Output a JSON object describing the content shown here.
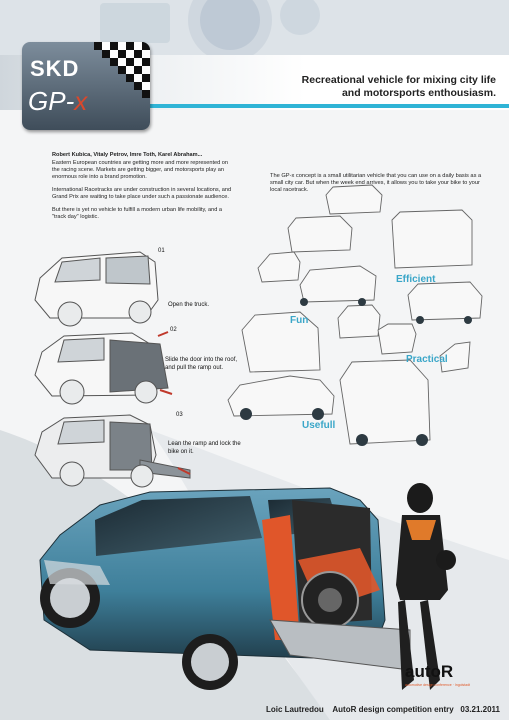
{
  "logo": {
    "brand": "SKD",
    "model_prefix": "GP-",
    "model_suffix": "x"
  },
  "headline": {
    "line1": "Recreational vehicle for mixing city life",
    "line2": "and motorsports enthousiasm."
  },
  "intro": {
    "names": "Robert Kubica, Vitaly Petrov, Imre Toth, Karel Abraham...",
    "p1": "Eastern European countries are getting more and more represented on the racing scene. Markets are getting bigger, and motorsports play an enormous role into a brand promotion.",
    "p2": "International Racetracks are under construction in several locations, and Grand Prix are waiting to take place under such a passionate audience.",
    "p3": "But there is yet no vehicle to fulfill a modern urban life mobility, and a \"track day\" logistic."
  },
  "concept": "The GP-x concept is a small utilitarian vehicle that you can use on a daily basis as a small city car. But when the week end arrives, it allows you to take your bike to your local racetrack.",
  "steps": {
    "s1": "Open the truck.",
    "s2": "Slide the door into the roof, and pull the ramp out.",
    "s3": "Lean the ramp and lock the bike on it.",
    "n1": "01",
    "n2": "02",
    "n3": "03"
  },
  "keywords": {
    "efficient": "Efficient",
    "fun": "Fun",
    "practical": "Practical",
    "usefull": "Usefull"
  },
  "brand_mark": {
    "name": "autoR",
    "sub": "automotive design conference · Ingolstadt",
    "date_logo": ""
  },
  "footer": {
    "author": "Loic Lautredou",
    "event": "AutoR design competition entry",
    "date": "03.21.2011"
  },
  "colors": {
    "accent_blue": "#2fb4d6",
    "car_body": "#3e7f9a",
    "orange": "#e0562a"
  }
}
